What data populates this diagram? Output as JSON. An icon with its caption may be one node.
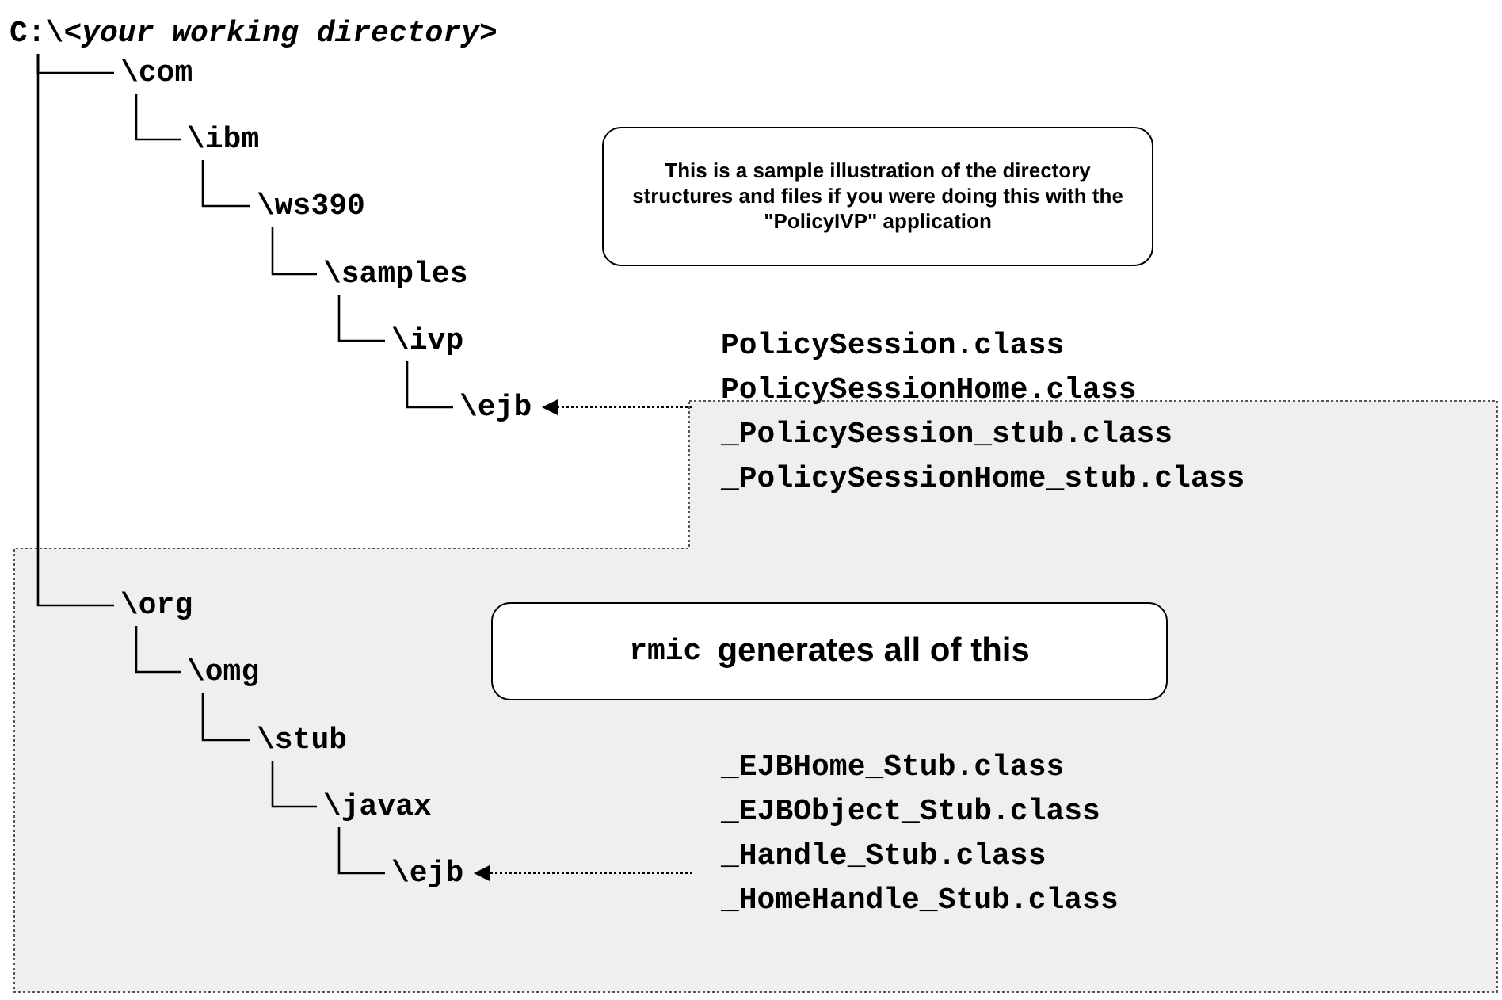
{
  "diagram": {
    "nodes": [
      {
        "text": [
          "C:\\<*your working directory*>"
        ]
      },
      {
        "text": [
          "\\com"
        ]
      },
      {
        "text": [
          "\\ibm"
        ]
      },
      {
        "text": [
          "\\ws390"
        ]
      },
      {
        "text": [
          "\\samples"
        ]
      },
      {
        "text": [
          "\\ivp"
        ]
      },
      {
        "text": [
          "\\ejb"
        ]
      },
      {
        "text": [
          "This is a sample illustration of the directory structures and files if you were doing this with the \"PolicyIVP\" application"
        ]
      },
      {
        "text": [
          "PolicySession.class",
          "PolicySessionHome.class",
          "_PolicySession_stub.class",
          "_PolicySessionHome_stub.class"
        ]
      },
      {
        "text": [
          "\\org"
        ]
      },
      {
        "text": [
          "\\omg"
        ]
      },
      {
        "text": [
          "\\stub"
        ]
      },
      {
        "text": [
          "\\javax"
        ]
      },
      {
        "text": [
          "\\ejb"
        ]
      },
      {
        "text": [
          "rmic",
          "generates all of this"
        ]
      },
      {
        "text": [
          "_EJBHome_Stub.class",
          "_EJBObject_Stub.class",
          "_Handle_Stub.class",
          "_HomeHandle_Stub.class"
        ]
      }
    ],
    "edges": [
      {
        "from": 0,
        "to": 1,
        "arrow": "none"
      },
      {
        "from": 1,
        "to": 2,
        "arrow": "none"
      },
      {
        "from": 2,
        "to": 3,
        "arrow": "none"
      },
      {
        "from": 3,
        "to": 4,
        "arrow": "none"
      },
      {
        "from": 4,
        "to": 5,
        "arrow": "none"
      },
      {
        "from": 5,
        "to": 6,
        "arrow": "none"
      },
      {
        "from": 8,
        "to": 6,
        "arrow": "to",
        "style": "dashed"
      },
      {
        "from": 0,
        "to": 9,
        "arrow": "none"
      },
      {
        "from": 9,
        "to": 10,
        "arrow": "none"
      },
      {
        "from": 10,
        "to": 11,
        "arrow": "none"
      },
      {
        "from": 11,
        "to": 12,
        "arrow": "none"
      },
      {
        "from": 12,
        "to": 13,
        "arrow": "none"
      },
      {
        "from": 15,
        "to": 13,
        "arrow": "to",
        "style": "dashed"
      }
    ]
  }
}
